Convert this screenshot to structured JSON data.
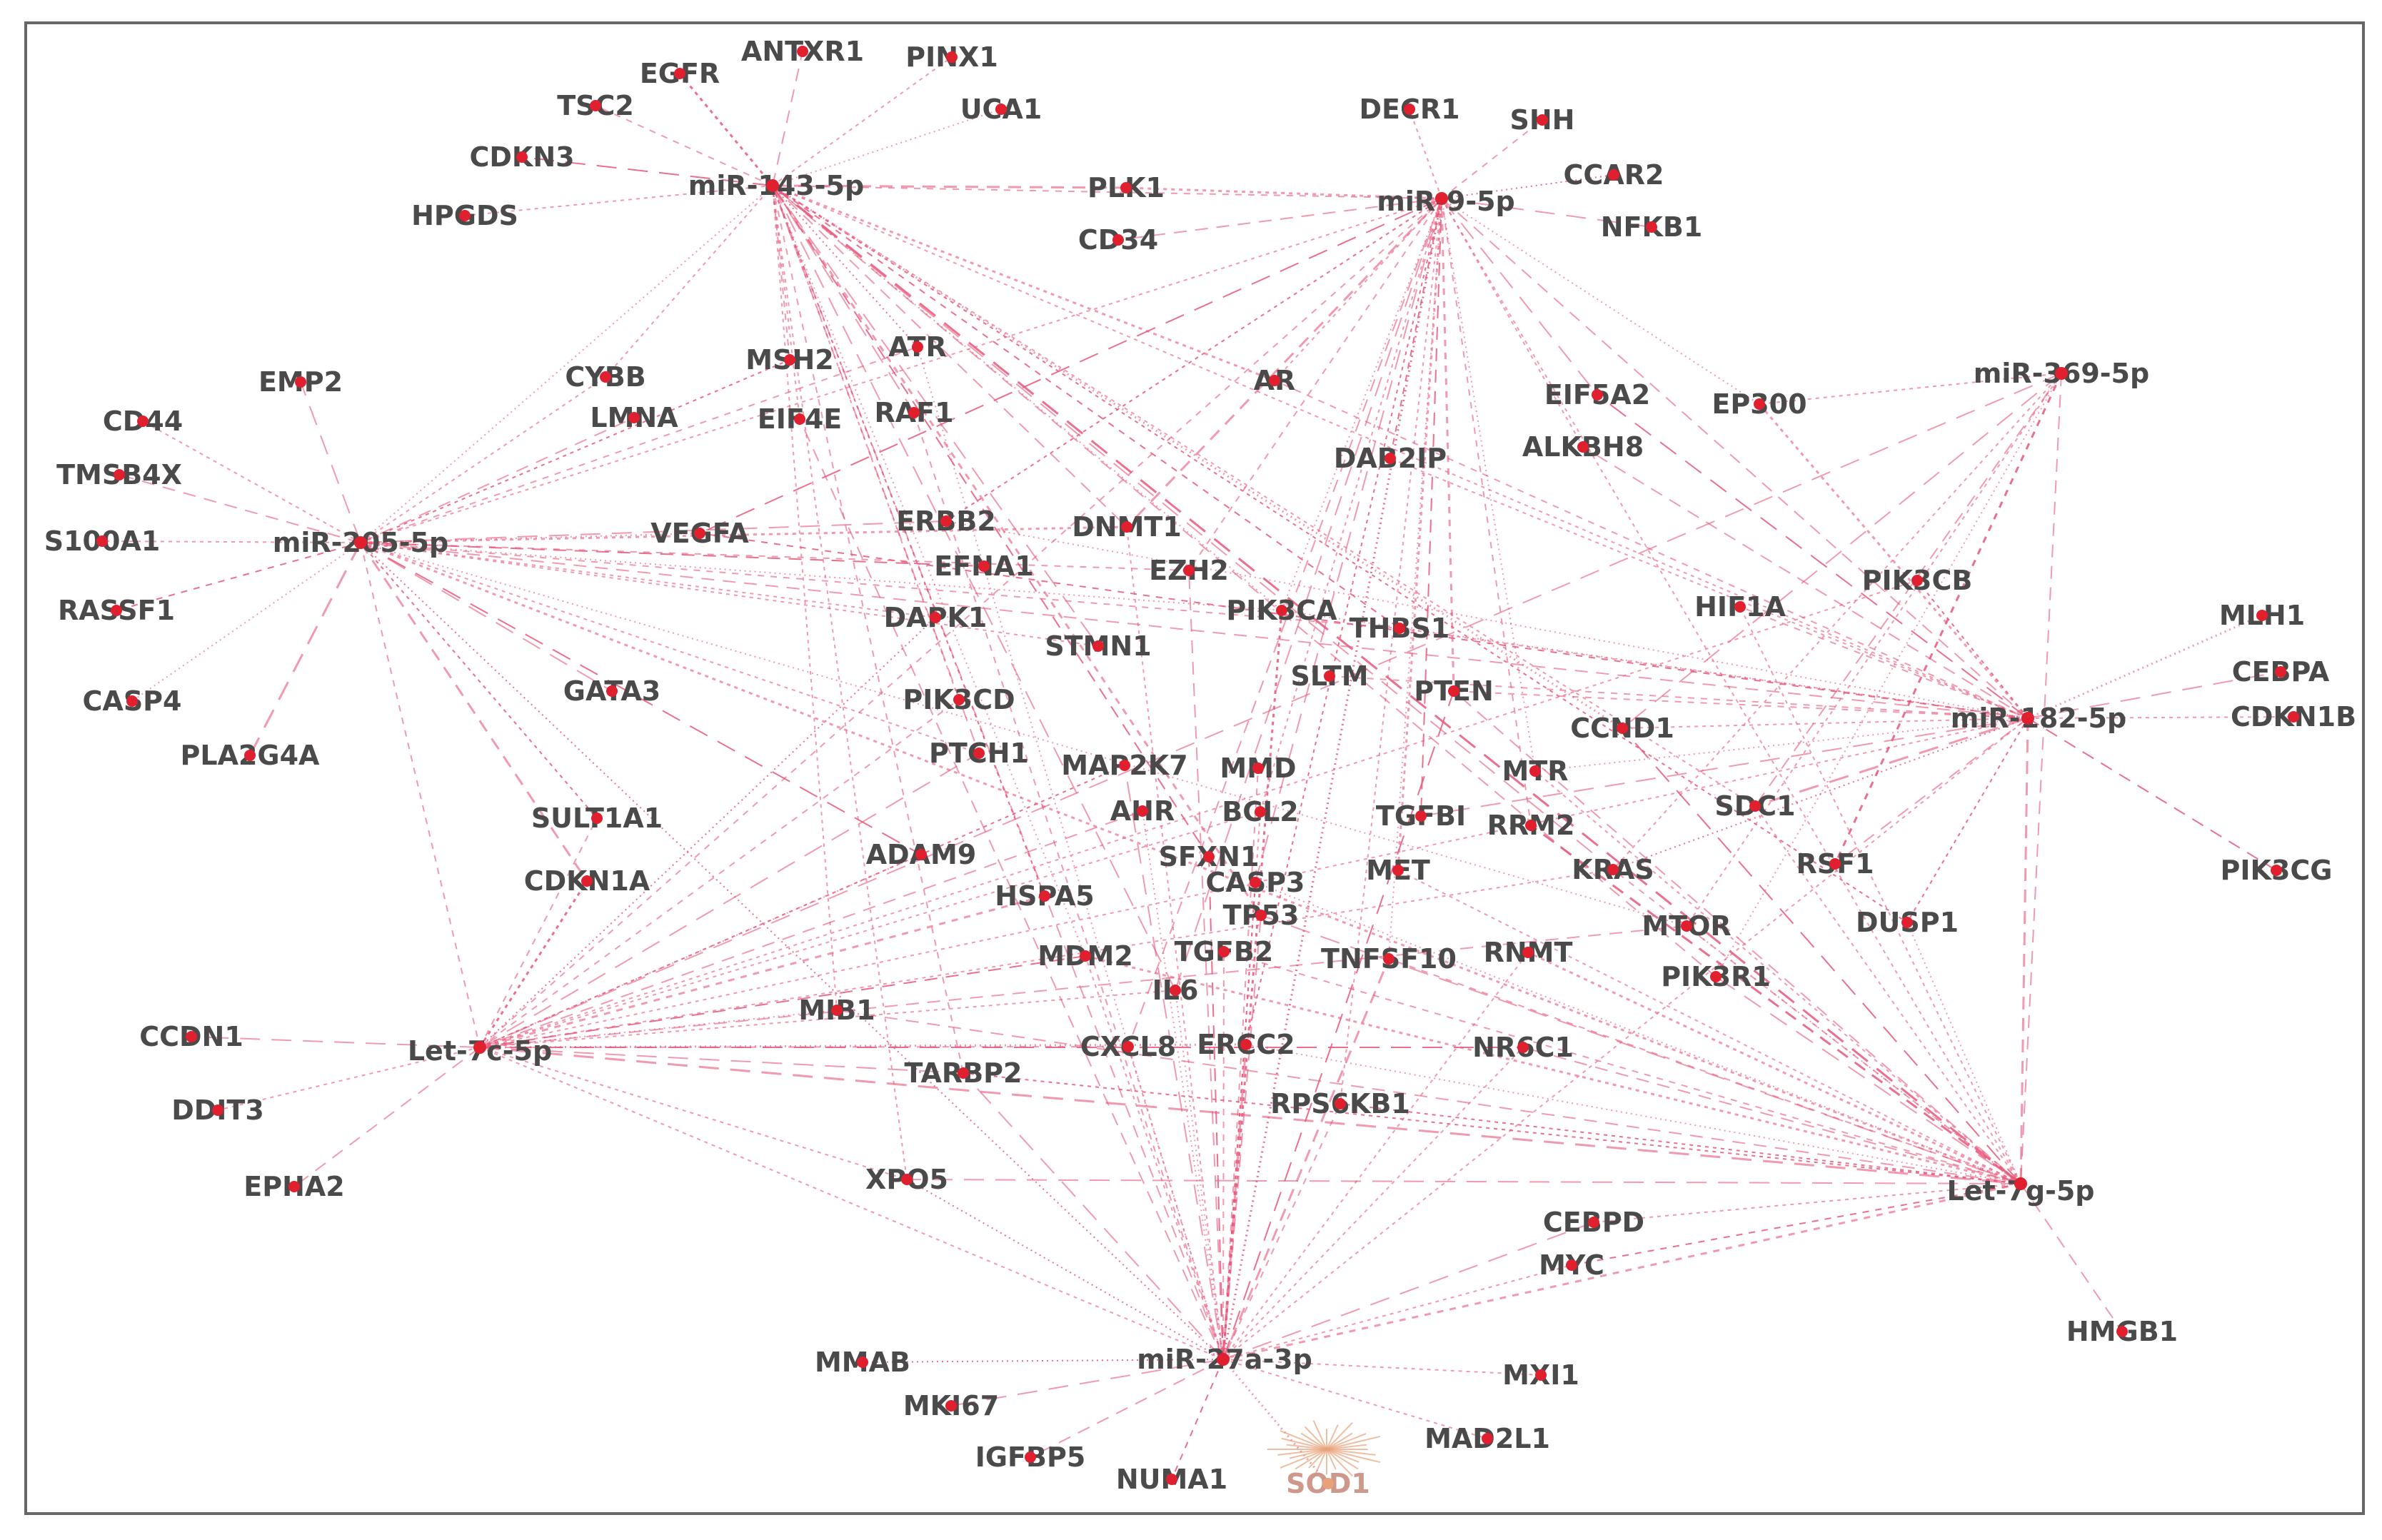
{
  "colors": {
    "edge": "#e8577a",
    "node": "#e0202e",
    "label": "#4a4a4a"
  },
  "hubs": [
    "miR-143-5p",
    "miR-9-5p",
    "miR-205-5p",
    "miR-369-5p",
    "miR-182-5p",
    "Let-7c-5p",
    "Let-7g-5p",
    "miR-27a-3p"
  ],
  "genes": [
    "EGFR",
    "ANTXR1",
    "PINX1",
    "TSC2",
    "UCA1",
    "CDKN3",
    "HPGDS",
    "PLK1",
    "CD34",
    "DECR1",
    "SHH",
    "CCAR2",
    "NFKB1",
    "EMP2",
    "CD44",
    "TMSB4X",
    "S100A1",
    "RASSF1",
    "CASP4",
    "PLA2G4A",
    "CYBB",
    "LMNA",
    "MSH2",
    "ATR",
    "EIF4E",
    "RAF1",
    "AR",
    "EIF5A2",
    "EP300",
    "ALKBH8",
    "DAB2IP",
    "VEGFA",
    "ERBB2",
    "DNMT1",
    "EFNA1",
    "EZH2",
    "DAPK1",
    "PIK3CA",
    "THBS1",
    "STMN1",
    "PIK3CB",
    "HIF1A",
    "MLH1",
    "CEBPA",
    "CDKN1B",
    "GATA3",
    "PIK3CD",
    "SLTM",
    "PTEN",
    "CCND1",
    "PTCH1",
    "MAP2K7",
    "MMD",
    "MTR",
    "SULT1A1",
    "AHR",
    "BCL2",
    "TGFBI",
    "RRM2",
    "SDC1",
    "ADAM9",
    "SFXN1",
    "CDKN1A",
    "HSPA5",
    "CASP3",
    "MET",
    "KRAS",
    "RSF1",
    "PIK3CG",
    "TP53",
    "MTOR",
    "DUSP1",
    "MDM2",
    "TGFB2",
    "TNFSF10",
    "RNMT",
    "PIK3R1",
    "MIB1",
    "IL6",
    "CCDN1",
    "CXCL8",
    "ERCC2",
    "NR6C1",
    "TARBP2",
    "RPS6KB1",
    "DDIT3",
    "EPHA2",
    "XPO5",
    "CEBPD",
    "MYC",
    "HMGB1",
    "MMAB",
    "MKI67",
    "MXI1",
    "IGFBP5",
    "MAD2L1",
    "NUMA1",
    "SOD1"
  ]
}
